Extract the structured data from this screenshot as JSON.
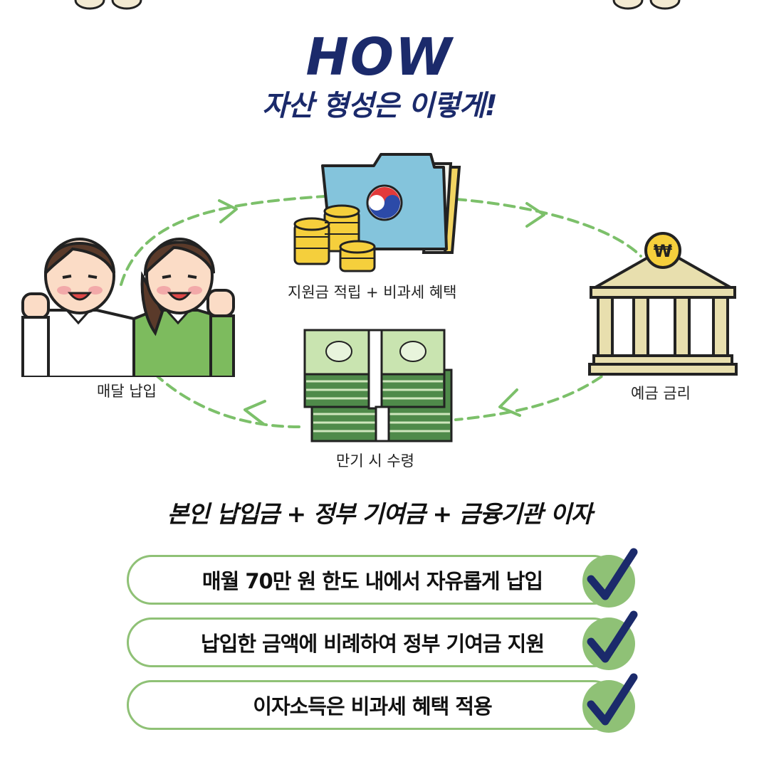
{
  "header": {
    "title": "HOW",
    "subtitle": "자산 형성은 이렇게!"
  },
  "cycle": {
    "support": "지원금 적립 + 비과세 혜택",
    "deposit": "예금 금리",
    "maturity": "만기 시 수령",
    "monthly": "매달 납입"
  },
  "formula": "본인 납입금 + 정부 기여금 + 금융기관 이자",
  "benefits": [
    "매월 70만 원 한도 내에서 자유롭게 납입",
    "납입한 금액에 비례하여 정부 기여금 지원",
    "이자소득은 비과세 혜택 적용"
  ],
  "icons": {
    "people": "young-people-icon",
    "folder": "government-folder-icon",
    "coins": "coin-stack-icon",
    "bank": "bank-icon",
    "money": "money-bundle-icon",
    "check": "check-icon"
  },
  "colors": {
    "navy": "#1b2a6b",
    "green": "#8fc176",
    "dash": "#7cc06a"
  }
}
